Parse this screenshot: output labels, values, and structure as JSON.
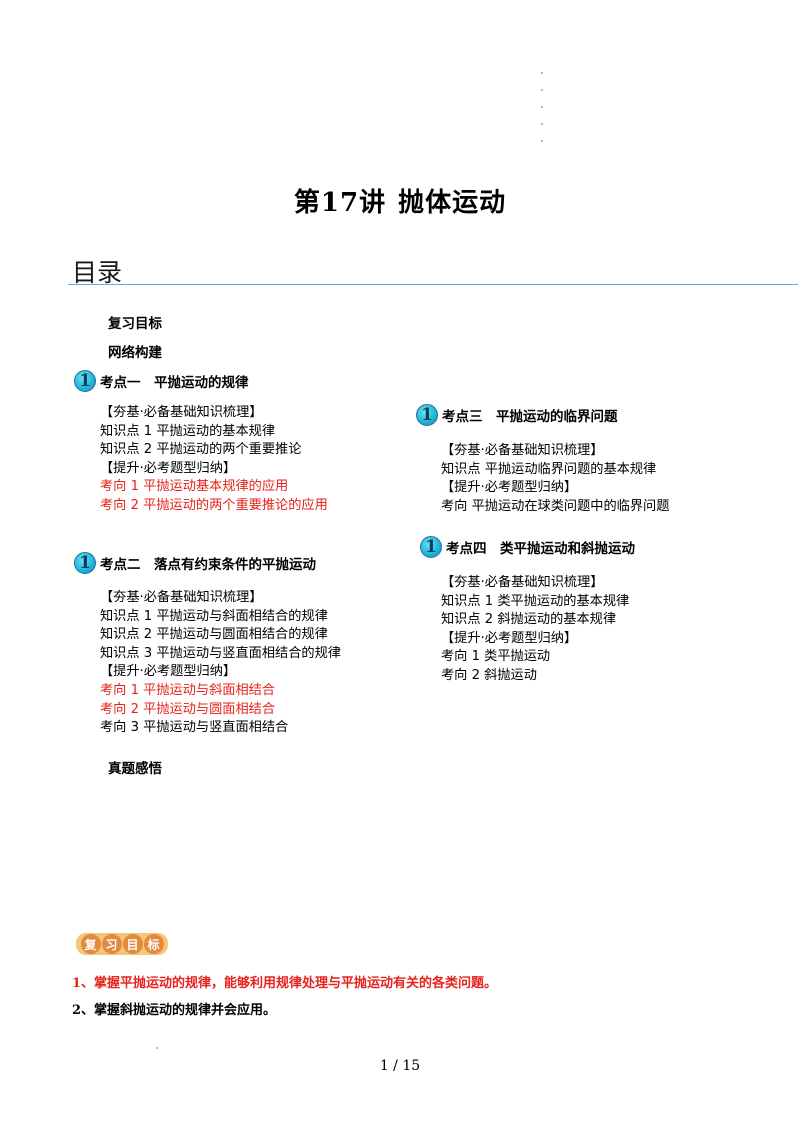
{
  "title_prefix": "第",
  "title_num": "17",
  "title_mid": "讲",
  "title_main": "抛体运动",
  "toc_heading": "目录",
  "toc_items": {
    "review_goals": "复习目标",
    "network": "网络构建",
    "real_exam": "真题感悟"
  },
  "sections": [
    {
      "badge": "1",
      "title": "考点一　平抛运动的规律",
      "lines": [
        {
          "text": "【夯基·必备基础知识梳理】",
          "red": false
        },
        {
          "text": "知识点 1  平抛运动的基本规律",
          "red": false
        },
        {
          "text": "知识点 2  平抛运动的两个重要推论",
          "red": false
        },
        {
          "text": "【提升·必考题型归纳】",
          "red": false
        },
        {
          "text": "考向 1  平抛运动基本规律的应用",
          "red": true
        },
        {
          "text": "考向 2  平抛运动的两个重要推论的应用",
          "red": true
        }
      ]
    },
    {
      "badge": "1",
      "title": "考点二　落点有约束条件的平抛运动",
      "lines": [
        {
          "text": "【夯基·必备基础知识梳理】",
          "red": false
        },
        {
          "text": "知识点 1  平抛运动与斜面相结合的规律",
          "red": false
        },
        {
          "text": "知识点 2  平抛运动与圆面相结合的规律",
          "red": false
        },
        {
          "text": "知识点 3  平抛运动与竖直面相结合的规律",
          "red": false
        },
        {
          "text": "【提升·必考题型归纳】",
          "red": false
        },
        {
          "text": "考向 1  平抛运动与斜面相结合",
          "red": true
        },
        {
          "text": "考向 2  平抛运动与圆面相结合",
          "red": true
        },
        {
          "text": "考向 3  平抛运动与竖直面相结合",
          "red": false
        }
      ]
    },
    {
      "badge": "1",
      "title": "考点三　平抛运动的临界问题",
      "lines": [
        {
          "text": "【夯基·必备基础知识梳理】",
          "red": false
        },
        {
          "text": "知识点  平抛运动临界问题的基本规律",
          "red": false
        },
        {
          "text": "【提升·必考题型归纳】",
          "red": false
        },
        {
          "text": "考向  平抛运动在球类问题中的临界问题",
          "red": false
        }
      ]
    },
    {
      "badge": "1",
      "title": "考点四　类平抛运动和斜抛运动",
      "lines": [
        {
          "text": "【夯基·必备基础知识梳理】",
          "red": false
        },
        {
          "text": "知识点 1  类平抛运动的基本规律",
          "red": false
        },
        {
          "text": "知识点 2  斜抛运动的基本规律",
          "red": false
        },
        {
          "text": "【提升·必考题型归纳】",
          "red": false
        },
        {
          "text": "考向 1    类平抛运动",
          "red": false
        },
        {
          "text": "考向 2    斜抛运动",
          "red": false
        }
      ]
    }
  ],
  "review_badge": [
    "复",
    "习",
    "目",
    "标"
  ],
  "goals": [
    "1、掌握平抛运动的规律，能够利用规律处理与平抛运动有关的各类问题。",
    "2、掌握斜抛运动的规律并会应用。"
  ],
  "page_number": "1  /  15"
}
